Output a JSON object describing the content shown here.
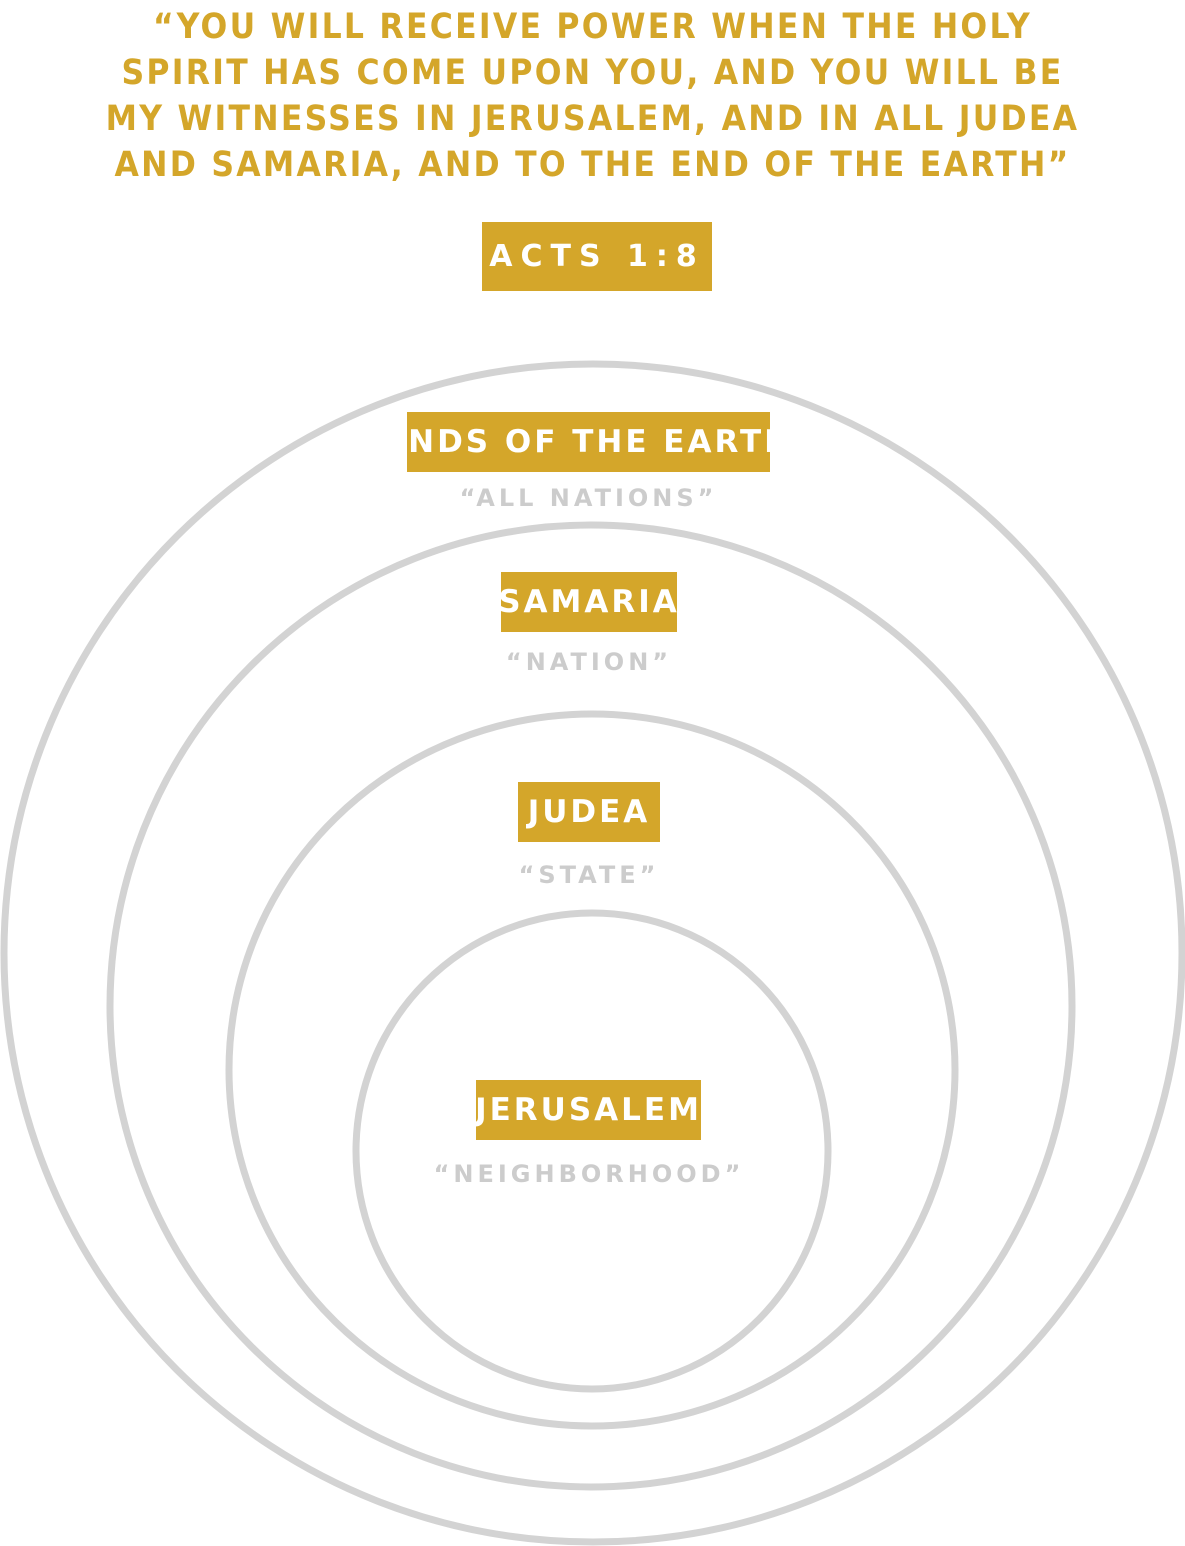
{
  "quote": "“YOU WILL RECEIVE POWER WHEN THE HOLY SPIRIT HAS COME UPON YOU, AND YOU WILL BE MY WITNESSES IN JERUSALEM, AND IN ALL JUDEA AND SAMARIA, AND TO THE END OF THE EARTH”",
  "reference": "ACTS 1:8",
  "colors": {
    "gold": "#d4a62a",
    "ring": "#d3d3d3",
    "subtext": "#cccccc"
  },
  "rings": [
    {
      "label": "ENDS OF THE EARTH",
      "subtitle": "“ALL NATIONS”"
    },
    {
      "label": "SAMARIA",
      "subtitle": "“NATION”"
    },
    {
      "label": "JUDEA",
      "subtitle": "“STATE”"
    },
    {
      "label": "JERUSALEM",
      "subtitle": "“NEIGHBORHOOD”"
    }
  ]
}
